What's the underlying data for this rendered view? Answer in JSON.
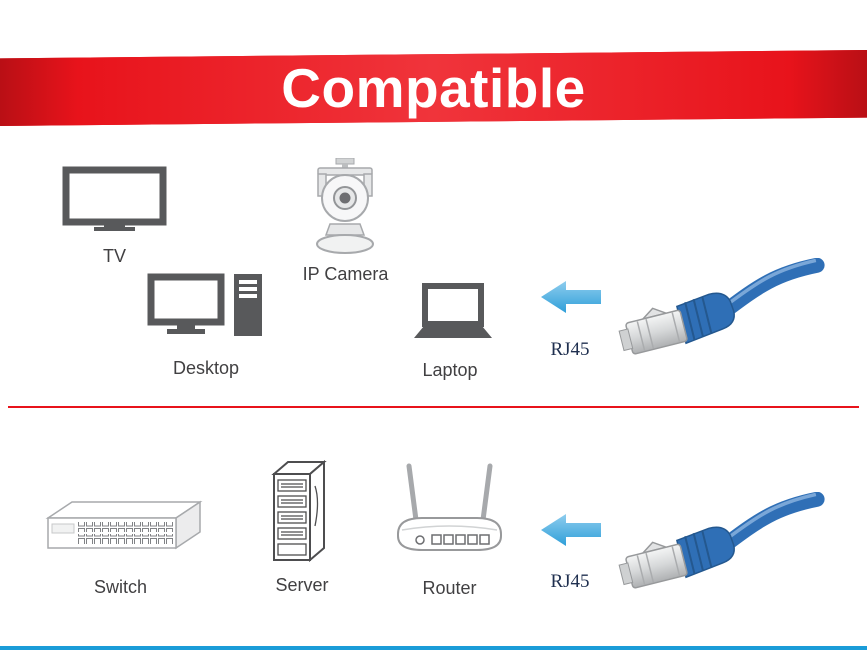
{
  "banner": {
    "title": "Compatible"
  },
  "sections": {
    "top": {
      "devices": [
        {
          "label": "TV"
        },
        {
          "label": "IP Camera"
        },
        {
          "label": "Desktop"
        },
        {
          "label": "Laptop"
        }
      ],
      "connector_label": "RJ45"
    },
    "bottom": {
      "devices": [
        {
          "label": "Switch"
        },
        {
          "label": "Server"
        },
        {
          "label": "Router"
        }
      ],
      "connector_label": "RJ45"
    }
  },
  "colors": {
    "banner_red": "#e8131b",
    "divider_red": "#e8131b",
    "arrow_blue": "#3fa9dc",
    "cable_blue": "#2f6fb6",
    "label_gray": "#414042",
    "bottom_strip_blue": "#1a9cd8"
  }
}
